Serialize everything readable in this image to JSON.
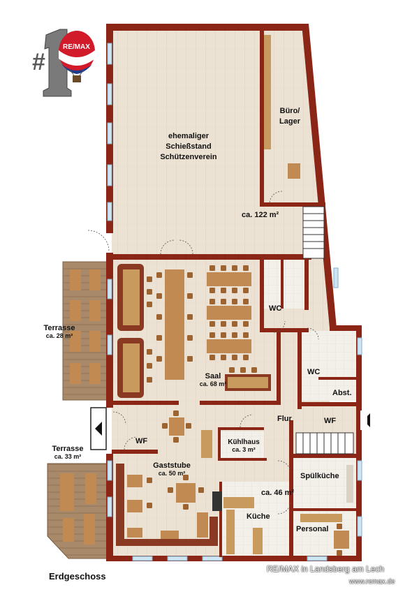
{
  "logo": {
    "rank": "#1",
    "brand": "RE/MAX"
  },
  "rooms": {
    "schiessstand": [
      "ehemaliger",
      "Schießstand",
      "Schützenverein"
    ],
    "buero": [
      "Büro/",
      "Lager"
    ],
    "area_122": "ca. 122 m²",
    "wc_top": "WC",
    "wc_right": "WC",
    "saal": "Saal",
    "saal_area": "ca. 68 m²",
    "abst": "Abst.",
    "flur": "Flur",
    "wf_left": "WF",
    "wf_right": "WF",
    "kuehlhaus": "Kühlhaus",
    "kuehlhaus_area": "ca. 3 m²",
    "gaststube": "Gaststube",
    "gaststube_area": "ca. 50 m²",
    "area_46": "ca. 46 m²",
    "spuelkueche": "Spülküche",
    "kueche": "Küche",
    "personal": "Personal"
  },
  "terrace_upper": {
    "label": "Terrasse",
    "area": "ca. 28 m²"
  },
  "terrace_lower": {
    "label": "Terrasse",
    "area": "ca. 33 m²"
  },
  "floor_label": "Erdgeschoss",
  "watermark": {
    "line1": "RE/MAX in Landsberg am Lech",
    "line2": "www.remax.de"
  },
  "colors": {
    "wall": "#8b2516",
    "floor_wood": "#ece2d3",
    "floor_tile": "#f1eee8",
    "table": "#b5773e",
    "terrace": "#a88a6a"
  }
}
